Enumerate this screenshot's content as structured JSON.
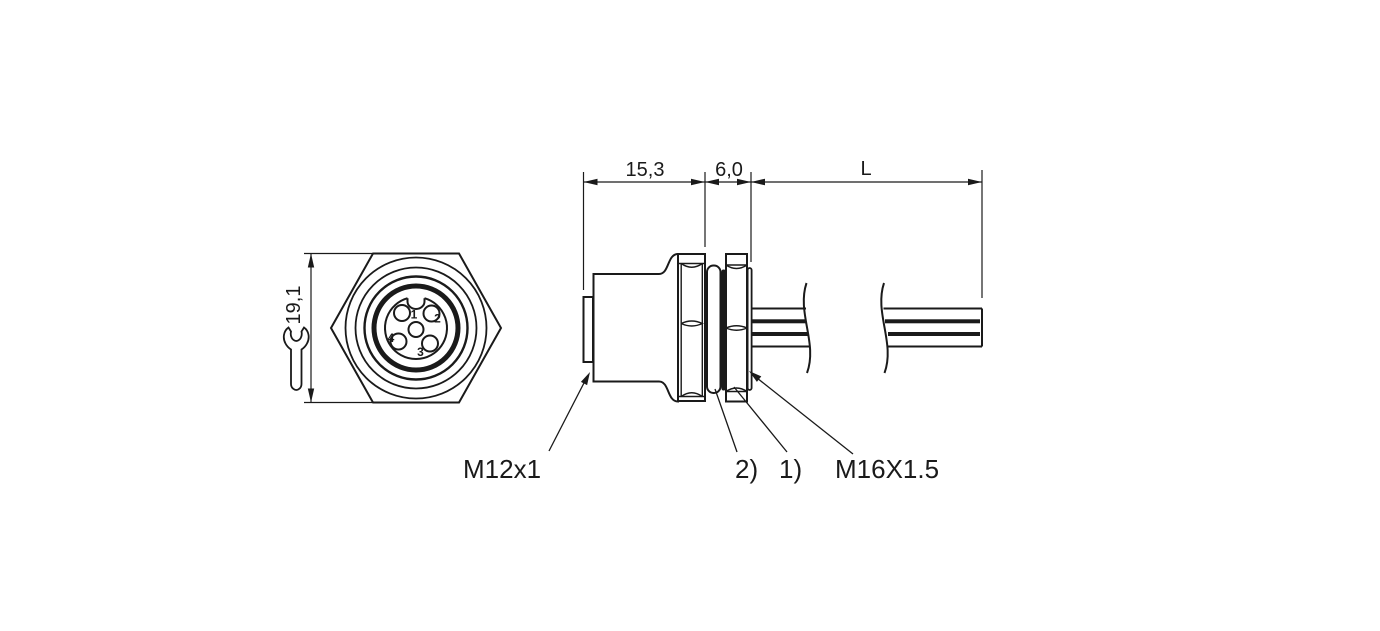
{
  "drawing": {
    "type": "connector-engineering-drawing",
    "front_view": {
      "dim_across_flats": "19,1",
      "pin_labels": [
        "1",
        "2",
        "3",
        "4"
      ]
    },
    "side_view": {
      "dim_front_length": "15,3",
      "dim_mount_thickness": "6,0",
      "dim_cable_length": "L",
      "labels": {
        "front_thread": "M12x1",
        "washer_ref": "2)",
        "nut_ref": "1)",
        "mount_thread": "M16X1.5"
      }
    },
    "colors": {
      "line": "#1a1a1a",
      "background": "#ffffff"
    }
  }
}
